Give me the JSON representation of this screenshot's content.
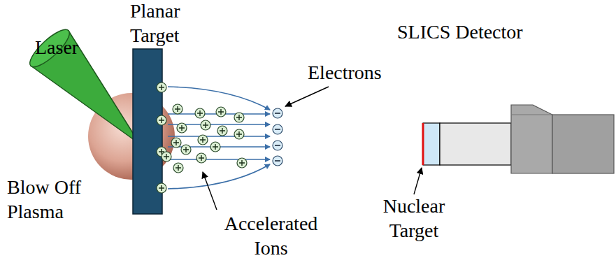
{
  "diagram": {
    "labels": [
      "Laser",
      "Planar Target",
      "Electrons",
      "SLICS Detector",
      "Blow Off Plasma",
      "Accelerated Ions",
      "Nuclear Target"
    ]
  }
}
